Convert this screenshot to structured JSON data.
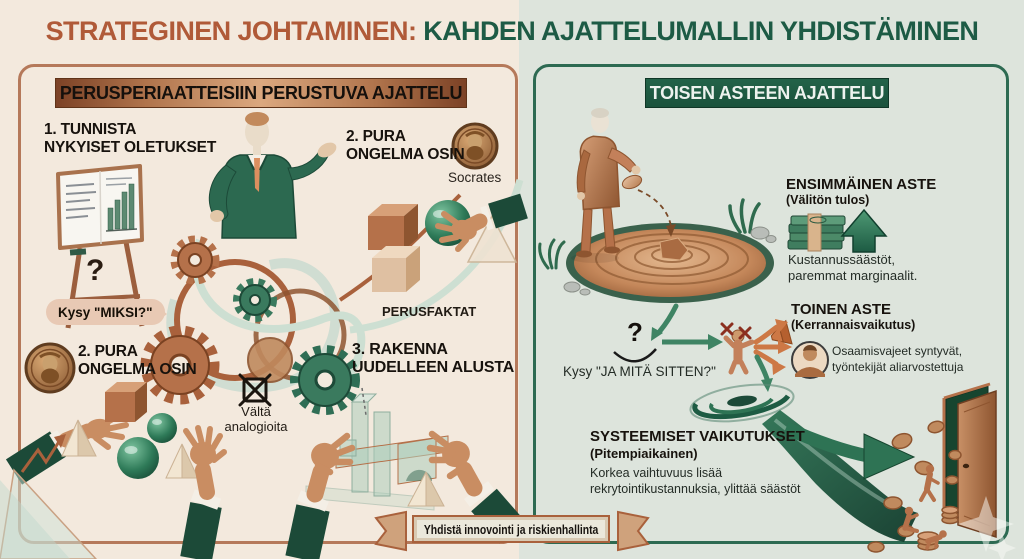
{
  "title": {
    "part1": "STRATEGINEN JOHTAMINEN:",
    "part2": " KAHDEN AJATTELUMALLIN YHDISTÄMINEN"
  },
  "left": {
    "header": "PERUSPERIAATTEISIIN PERUSTUVA AJATTELU",
    "step1": "1. TUNNISTA\nNYKYISET OLETUKSET",
    "step2_top": "2. PURA\nONGELMA OSIN",
    "socrates": "Socrates",
    "q": "?",
    "ask_why": "Kysy \"MIKSI?\"",
    "step2_bottom": "2. PURA\nONGELMA OSIN",
    "perusfaktat": "PERUSFAKTAT",
    "step3": "3. RAKENNA\nUUDELLEEN ALUSTA",
    "avoid": "Vältä\nanalogioita"
  },
  "right": {
    "header": "TOISEN ASTEEN AJATTELU",
    "fo_title": "ENSIMMÄINEN ASTE",
    "fo_sub": "(Välitön tulos)",
    "fo_desc": "Kustannussäästöt,\nparemmat marginaalit.",
    "so_title": "TOINEN ASTE",
    "so_sub": "(Kerrannaisvaikutus)",
    "so_desc": "Osaamisvajeet syntyvät,\ntyöntekijät aliarvostettuja",
    "q": "?",
    "ask_then": "Kysy \"JA MITÄ SITTEN?\"",
    "sys_title": "SYSTEEMISET VAIKUTUKSET",
    "sys_sub": "(Pitempiaikainen)",
    "sys_desc": "Korkea vaihtuvuus lisää\nrekrytointikustannuksia, ylittää säästöt"
  },
  "footer": {
    "banner": "Yhdistä innovointi ja riskienhallinta"
  },
  "colors": {
    "title_left": "#b05a38",
    "title_right": "#1d5b45",
    "left_bg": "#f3e9dd",
    "right_bg": "#dde4dc",
    "left_border": "#b5795a",
    "right_border": "#2d6a52",
    "copper": "#b5714a",
    "dark_green": "#1d5b43"
  }
}
